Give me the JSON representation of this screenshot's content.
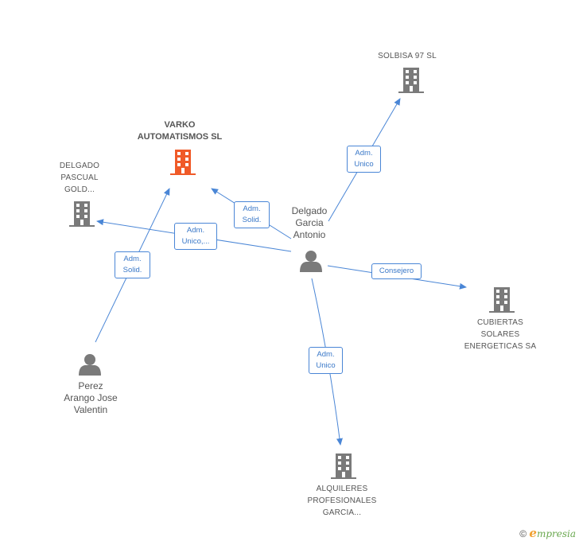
{
  "colors": {
    "edge": "#4a86d6",
    "company": "#7a7a7a",
    "main_company": "#f05a28",
    "person": "#7a7a7a"
  },
  "nodes": {
    "varko": {
      "lines": [
        "VARKO",
        "AUTOMATISMOS SL"
      ]
    },
    "delgado_pascual": {
      "lines": [
        "DELGADO",
        "PASCUAL",
        "GOLD..."
      ]
    },
    "solbisa": {
      "lines": [
        "SOLBISA 97 SL"
      ]
    },
    "delgado_garcia": {
      "lines": [
        "Delgado",
        "Garcia",
        "Antonio"
      ]
    },
    "cubiertas": {
      "lines": [
        "CUBIERTAS",
        "SOLARES",
        "ENERGETICAS SA"
      ]
    },
    "perez": {
      "lines": [
        "Perez",
        "Arango Jose",
        "Valentin"
      ]
    },
    "alquileres": {
      "lines": [
        "ALQUILERES",
        "PROFESIONALES",
        "GARCIA..."
      ]
    }
  },
  "edges": {
    "solbisa": [
      "Adm.",
      "Unico"
    ],
    "varko_solid": [
      "Adm.",
      "Solid."
    ],
    "pascual": [
      "Adm.",
      "Unico,..."
    ],
    "perez_varko": [
      "Adm.",
      "Solid."
    ],
    "cubiertas": [
      "Consejero"
    ],
    "alquileres": [
      "Adm.",
      "Unico"
    ]
  },
  "footer": {
    "copyright": "©",
    "brand_initial": "e",
    "brand_rest": "mpresia"
  }
}
